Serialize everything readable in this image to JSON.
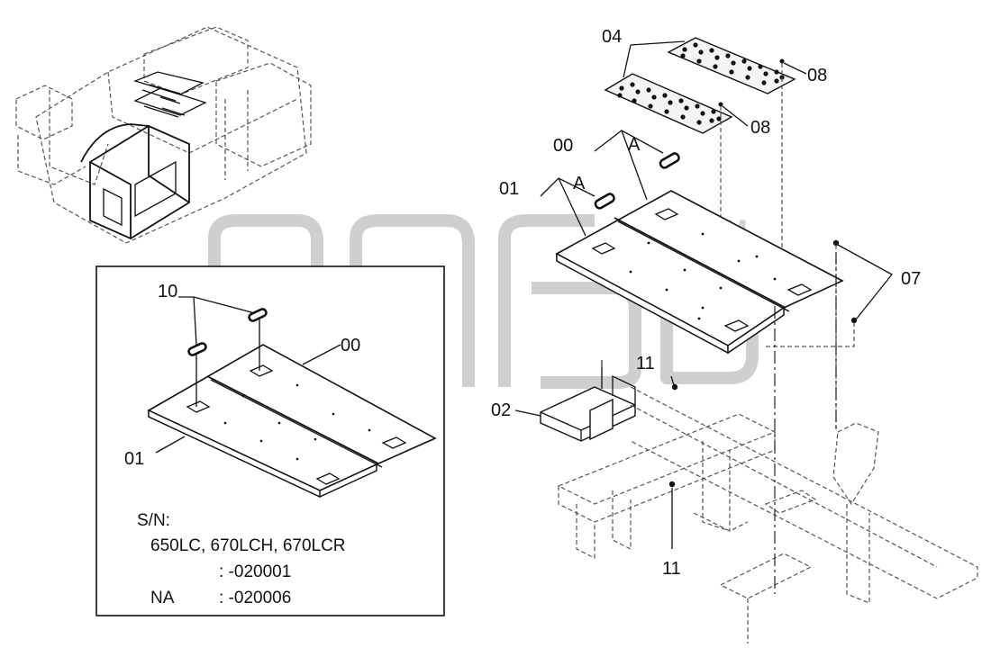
{
  "watermark": {
    "text": "anc",
    "mark": "TM"
  },
  "callouts": {
    "c04": "04",
    "c08a": "08",
    "c08b": "08",
    "c00": "00",
    "cA1": "A",
    "cA2": "A",
    "c01": "01",
    "c07": "07",
    "c11a": "11",
    "c02": "02",
    "c11b": "11"
  },
  "inset": {
    "c10": "10",
    "c00": "00",
    "c01": "01",
    "sn_title": "S/N:",
    "sn_models": "650LC, 670LCH, 670LCR",
    "sn_range1": ": -020001",
    "sn_region": "NA",
    "sn_range2": ": -020006"
  },
  "icons": {
    "overview": "excavator-overview-icon",
    "mat": "perforated-mat-icon",
    "clip": "slot-clip-icon",
    "bolt": "bolt-icon"
  }
}
